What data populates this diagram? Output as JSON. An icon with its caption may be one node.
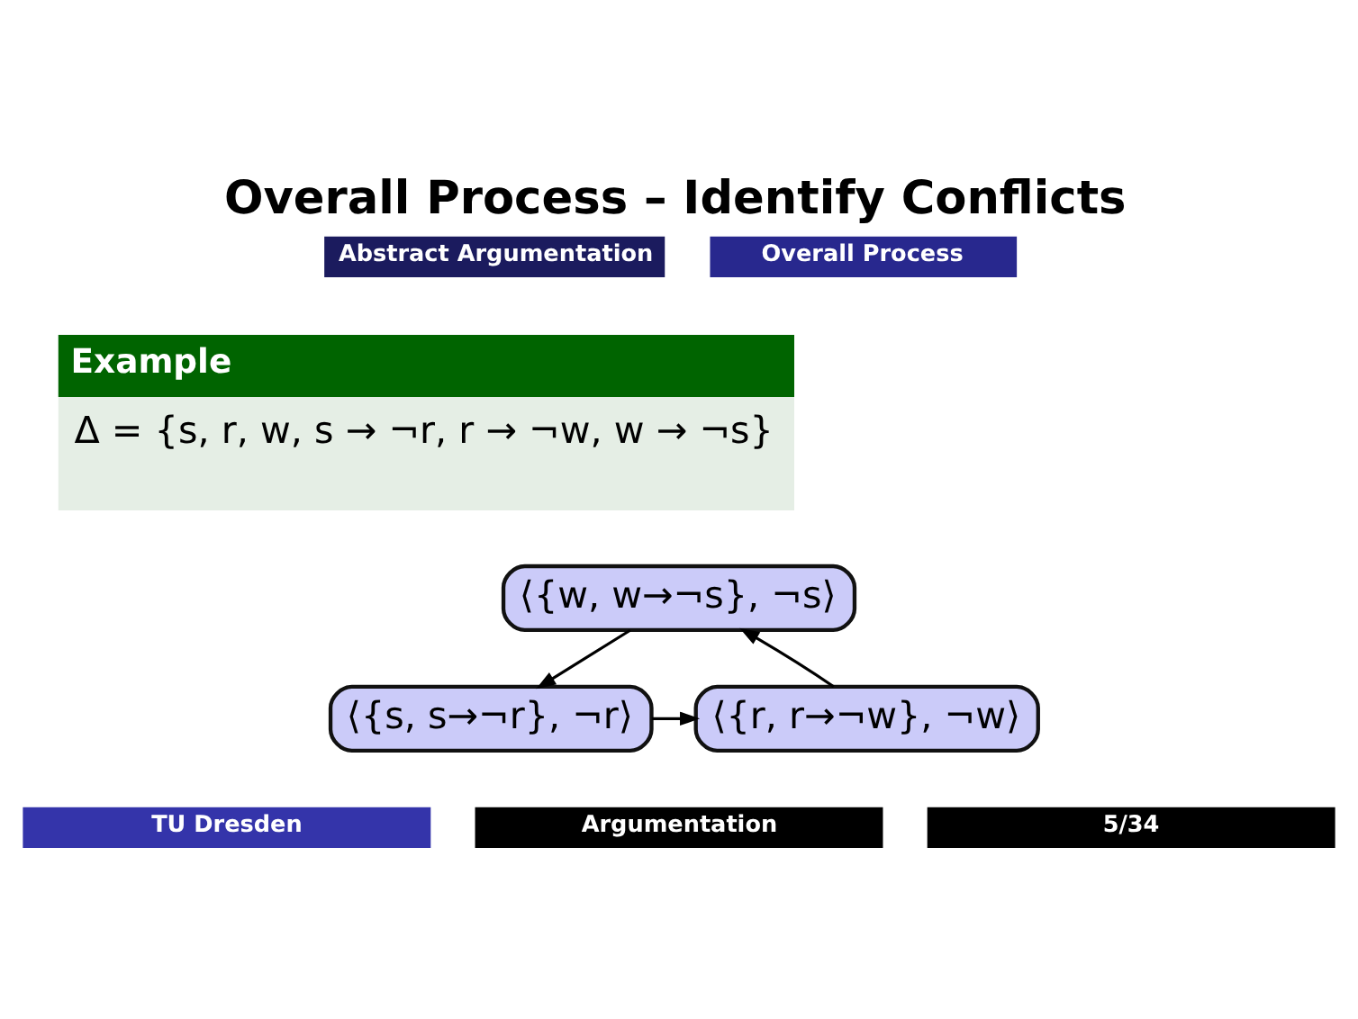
{
  "diagram": {
    "title": "Overall Process – Identify Conflicts",
    "nodes": [
      {
        "text": [
          "Example",
          "Δ = {s, r, w, s → ¬r, r → ¬w, w → ¬s}"
        ]
      },
      {
        "text": [
          "⟨{w, w→¬s}, ¬s⟩"
        ]
      },
      {
        "text": [
          "⟨{s, s→¬r}, ¬r⟩"
        ]
      },
      {
        "text": [
          "⟨{r, r→¬w}, ¬w⟩"
        ]
      }
    ],
    "edges": [
      {
        "from": 1,
        "to": 2,
        "arrow": "to"
      },
      {
        "from": 2,
        "to": 3,
        "arrow": "to"
      },
      {
        "from": 3,
        "to": 1,
        "arrow": "to"
      }
    ],
    "labels": [
      "Abstract Argumentation",
      "Overall Process",
      "TU Dresden",
      "Argumentation",
      "5/34"
    ]
  }
}
